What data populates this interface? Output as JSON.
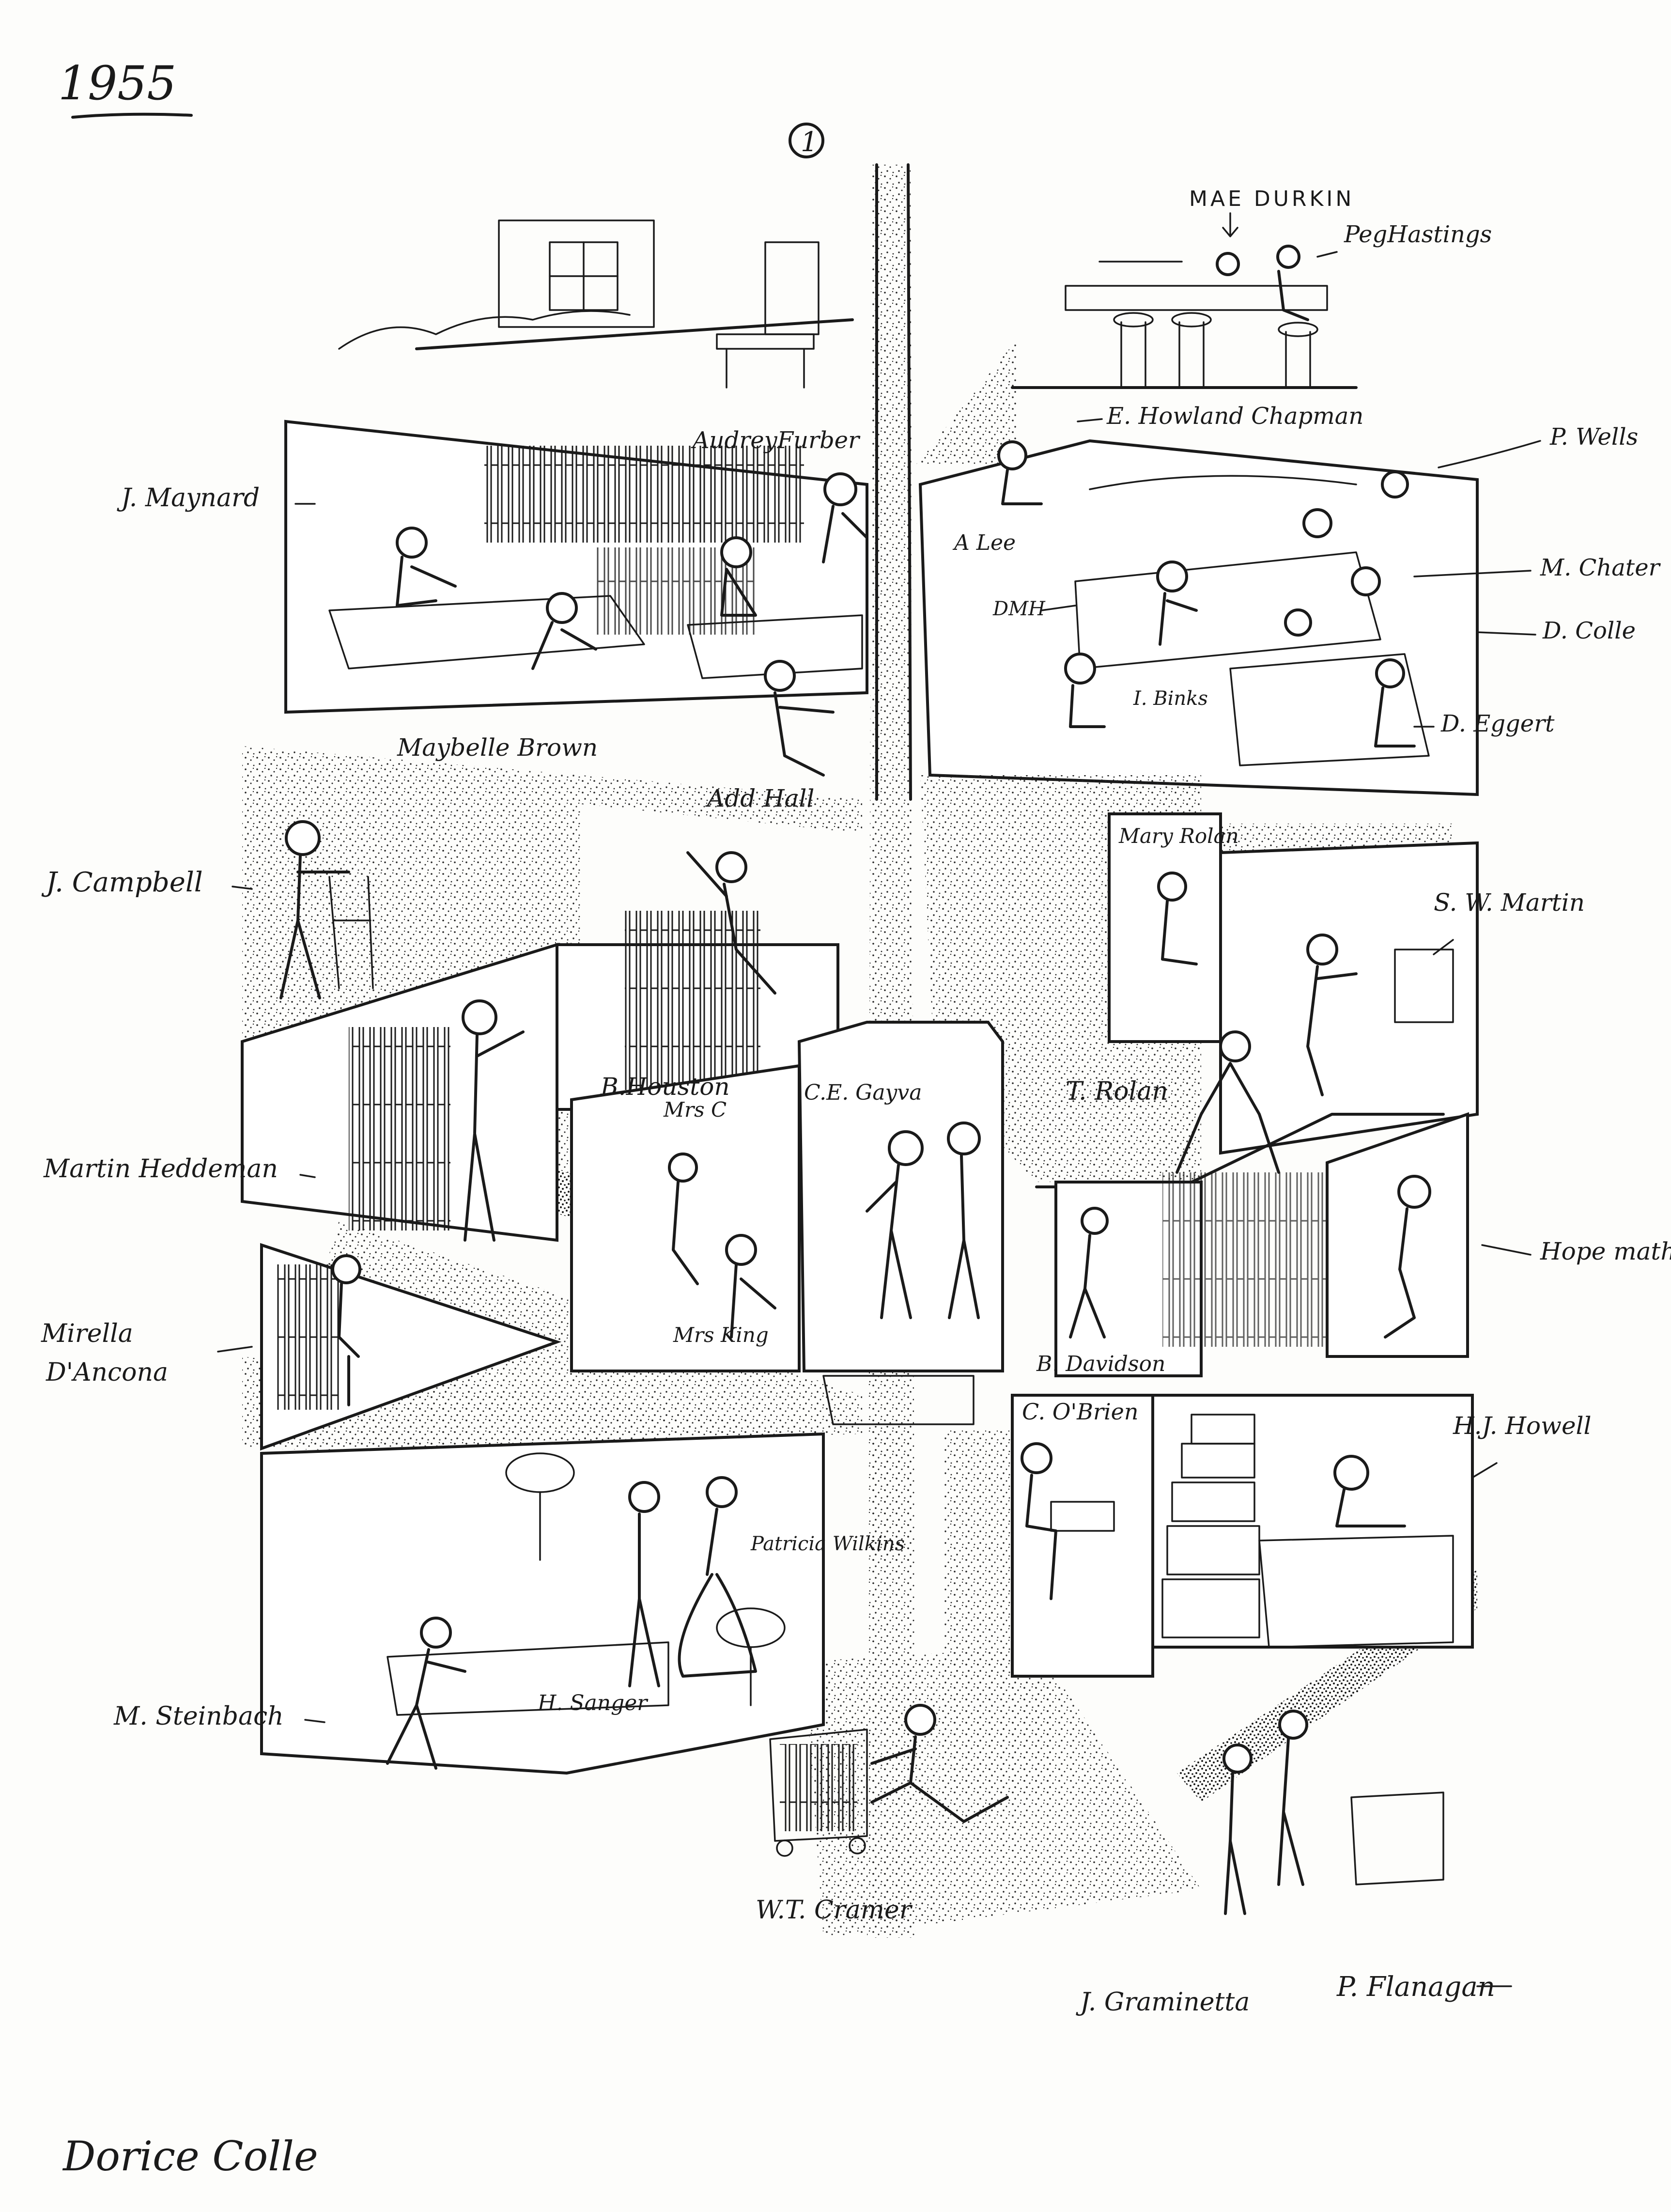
{
  "year": "1955",
  "page_number": "1",
  "signature": "Dorice Colle",
  "labels": {
    "mae_durkin": "MAE DURKIN",
    "peg_hastings": "PegHastings",
    "e_howland_chapman": "E. Howland Chapman",
    "p_wells": "P. Wells",
    "m_chater": "M. Chater",
    "d_colle": "D. Colle",
    "d_eggert": "D. Eggert",
    "i_binks": "I. Binks",
    "dmh": "DMH",
    "a_lee": "A Lee",
    "audrey_furber": "AudreyFurber",
    "j_maynard": "J. Maynard",
    "maybelle_brown": "Maybelle Brown",
    "add_hall": "Add Hall",
    "j_campbell": "J. Campbell",
    "mary_rolan": "Mary Rolan",
    "s_w_martin": "S. W. Martin",
    "b_houston": "B.Houston",
    "mrs_c": "Mrs C",
    "ce_gayva": "C.E. Gayva",
    "t_rolan": "T. Rolan",
    "martin_heddeman": "Martin Heddeman",
    "hope_matheson": "Hope matheson",
    "mirella": "Mirella",
    "d_ancona": "D'Ancona",
    "mrs_king": "Mrs King",
    "b_davidson": "B. Davidson",
    "c_obrien": "C. O'Brien",
    "hj_howell": "H.J. Howell",
    "patricia_wilkins": "Patricia Wilkins",
    "m_steinbach": "M. Steinbach",
    "h_sanger": "H. Sanger",
    "wt_cramer": "W.T. Cramer",
    "j_graminetta": "J. Graminetta",
    "p_flanagan": "P. Flanagan"
  }
}
